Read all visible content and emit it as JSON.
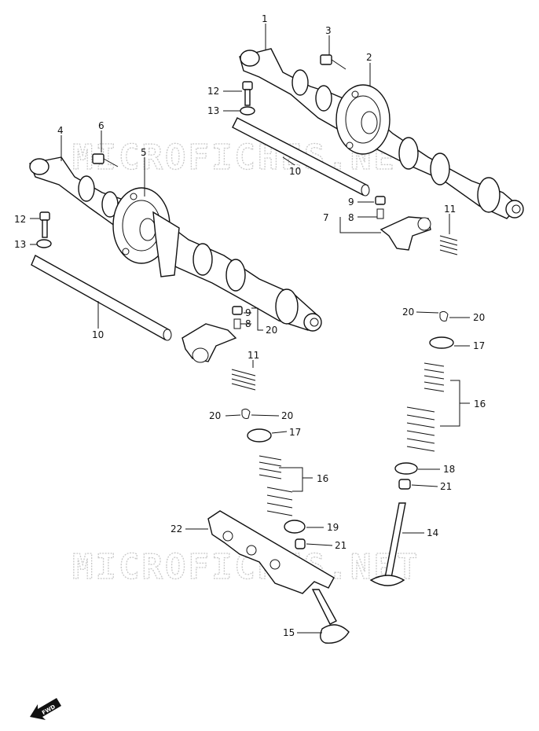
{
  "watermark": "MICROFICHES.NET",
  "fwd_label": "FWD",
  "callouts": [
    {
      "id": "c1",
      "text": "1"
    },
    {
      "id": "c2",
      "text": "2"
    },
    {
      "id": "c3",
      "text": "3"
    },
    {
      "id": "c4",
      "text": "4"
    },
    {
      "id": "c5",
      "text": "5"
    },
    {
      "id": "c6",
      "text": "6"
    },
    {
      "id": "c7",
      "text": "7"
    },
    {
      "id": "c8a",
      "text": "8"
    },
    {
      "id": "c8b",
      "text": "8"
    },
    {
      "id": "c9a",
      "text": "9"
    },
    {
      "id": "c9b",
      "text": "9"
    },
    {
      "id": "c10a",
      "text": "10"
    },
    {
      "id": "c10b",
      "text": "10"
    },
    {
      "id": "c11a",
      "text": "11"
    },
    {
      "id": "c11b",
      "text": "11"
    },
    {
      "id": "c12a",
      "text": "12"
    },
    {
      "id": "c12b",
      "text": "12"
    },
    {
      "id": "c13a",
      "text": "13"
    },
    {
      "id": "c13b",
      "text": "13"
    },
    {
      "id": "c14",
      "text": "14"
    },
    {
      "id": "c15",
      "text": "15"
    },
    {
      "id": "c16a",
      "text": "16"
    },
    {
      "id": "c16b",
      "text": "16"
    },
    {
      "id": "c17a",
      "text": "17"
    },
    {
      "id": "c17b",
      "text": "17"
    },
    {
      "id": "c18",
      "text": "18"
    },
    {
      "id": "c19",
      "text": "19"
    },
    {
      "id": "c20a",
      "text": "20"
    },
    {
      "id": "c20b",
      "text": "20"
    },
    {
      "id": "c20c",
      "text": "20"
    },
    {
      "id": "c20d",
      "text": "20"
    },
    {
      "id": "c20e",
      "text": "20"
    },
    {
      "id": "c21a",
      "text": "21"
    },
    {
      "id": "c21b",
      "text": "21"
    },
    {
      "id": "c22",
      "text": "22"
    }
  ]
}
